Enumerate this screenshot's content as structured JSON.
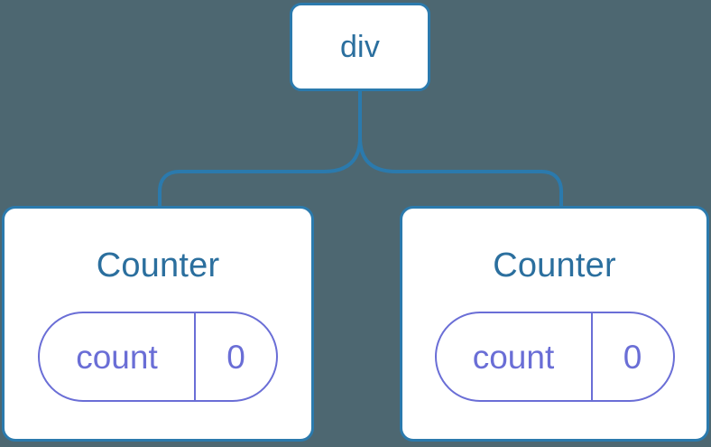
{
  "diagram": {
    "type": "component-tree",
    "background_color": "#4d6771",
    "node_border_color": "#2b7aad",
    "node_fill_color": "#ffffff",
    "node_text_color": "#2b6f9e",
    "state_color": "#6a6ed6",
    "connector_color": "#2b7aad"
  },
  "root": {
    "label": "div"
  },
  "children": [
    {
      "label": "Counter",
      "state": {
        "key": "count",
        "value": "0"
      }
    },
    {
      "label": "Counter",
      "state": {
        "key": "count",
        "value": "0"
      }
    }
  ]
}
